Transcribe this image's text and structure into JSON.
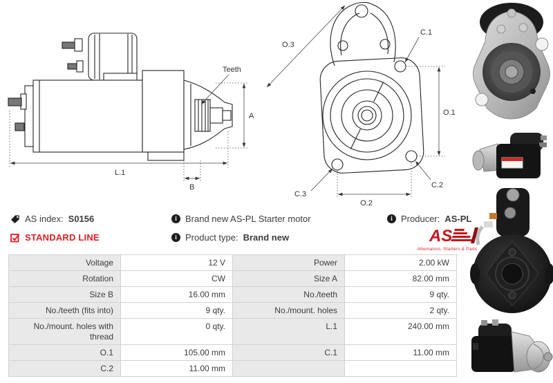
{
  "header": {
    "as_index_label": "AS index:",
    "as_index_value": "S0156",
    "standard_line": "STANDARD LINE",
    "description": "Brand new AS-PL Starter motor",
    "product_type_label": "Product type:",
    "product_type_value": "Brand new",
    "producer_label": "Producer:",
    "producer_value": "AS-PL"
  },
  "logo": {
    "text": "AS",
    "tagline": "Alternators, Starters & Parts"
  },
  "drawings": {
    "side_view": {
      "teeth": "Teeth",
      "dim_a": "A",
      "dim_l1": "L.1",
      "dim_b": "B"
    },
    "front_view": {
      "dim_o1": "O.1",
      "dim_o2": "O.2",
      "dim_o3": "O.3",
      "dim_c1": "C.1",
      "dim_c2": "C.2",
      "dim_c3": "C.3"
    }
  },
  "photos": [
    {
      "name": "starter-front-view-photo"
    },
    {
      "name": "starter-side-nose-left-photo"
    },
    {
      "name": "starter-rear-view-photo"
    },
    {
      "name": "starter-side-nose-right-photo"
    }
  ],
  "spec_table": {
    "rows": [
      {
        "l": "Voltage",
        "lv": "12 V",
        "r": "Power",
        "rv": "2.00 kW"
      },
      {
        "l": "Rotation",
        "lv": "CW",
        "r": "Size A",
        "rv": "82.00 mm"
      },
      {
        "l": "Size B",
        "lv": "16.00 mm",
        "r": "No./teeth",
        "rv": "9 qty."
      },
      {
        "l": "No./teeth (fits into)",
        "lv": "9 qty.",
        "r": "No./mount. holes",
        "rv": "2 qty."
      },
      {
        "l": "No./mount. holes with thread",
        "lv": "0 qty.",
        "r": "L.1",
        "rv": "240.00 mm"
      },
      {
        "l": "O.1",
        "lv": "105.00 mm",
        "r": "C.1",
        "rv": "11.00 mm"
      },
      {
        "l": "C.2",
        "lv": "11.00 mm",
        "r": "",
        "rv": ""
      }
    ]
  },
  "colors": {
    "accent_red": "#e31e24",
    "table_label_bg": "#e9e9e9",
    "table_border": "#d2d2d2",
    "text": "#3c3c3c"
  }
}
